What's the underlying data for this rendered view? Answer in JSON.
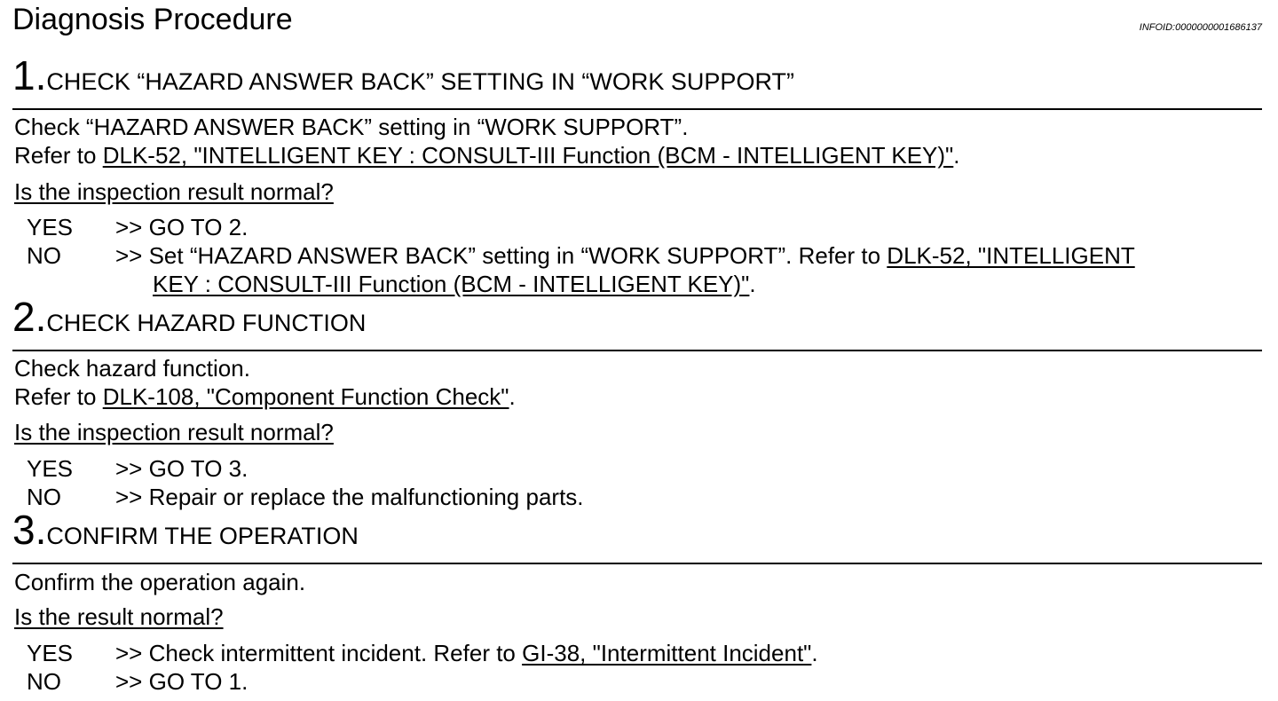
{
  "header": {
    "title": "Diagnosis Procedure",
    "info_id": "INFOID:0000000001686137"
  },
  "steps": [
    {
      "number": "1",
      "title": "CHECK “HAZARD ANSWER BACK” SETTING IN “WORK SUPPORT”",
      "line1": "Check “HAZARD ANSWER BACK” setting in “WORK SUPPORT”.",
      "line2_prefix": "Refer to ",
      "line2_link": "DLK-52, \"INTELLIGENT KEY : CONSULT-III Function (BCM - INTELLIGENT KEY)\"",
      "line2_suffix": ".",
      "question": "Is the inspection result normal?",
      "yes_label": "YES",
      "yes_text": ">> GO TO 2.",
      "no_label": "NO",
      "no_text_prefix": ">> Set “HAZARD ANSWER BACK” setting in “WORK SUPPORT”. Refer to ",
      "no_link_part1": "DLK-52, \"INTELLIGENT",
      "no_link_part2": "KEY : CONSULT-III Function (BCM - INTELLIGENT KEY)\"",
      "no_text_suffix": "."
    },
    {
      "number": "2",
      "title": "CHECK HAZARD FUNCTION",
      "line1": "Check hazard function.",
      "line2_prefix": "Refer to ",
      "line2_link": "DLK-108, \"Component Function Check\"",
      "line2_suffix": ".",
      "question": "Is the inspection result normal?",
      "yes_label": "YES",
      "yes_text": ">> GO TO 3.",
      "no_label": "NO",
      "no_text": ">> Repair or replace the malfunctioning parts."
    },
    {
      "number": "3",
      "title": "CONFIRM THE OPERATION",
      "line1": "Confirm the operation again.",
      "question": "Is the result normal?",
      "yes_label": "YES",
      "yes_text_prefix": ">> Check intermittent incident. Refer to ",
      "yes_link": "GI-38, \"Intermittent Incident\"",
      "yes_text_suffix": ".",
      "no_label": "NO",
      "no_text": ">> GO TO 1."
    }
  ]
}
